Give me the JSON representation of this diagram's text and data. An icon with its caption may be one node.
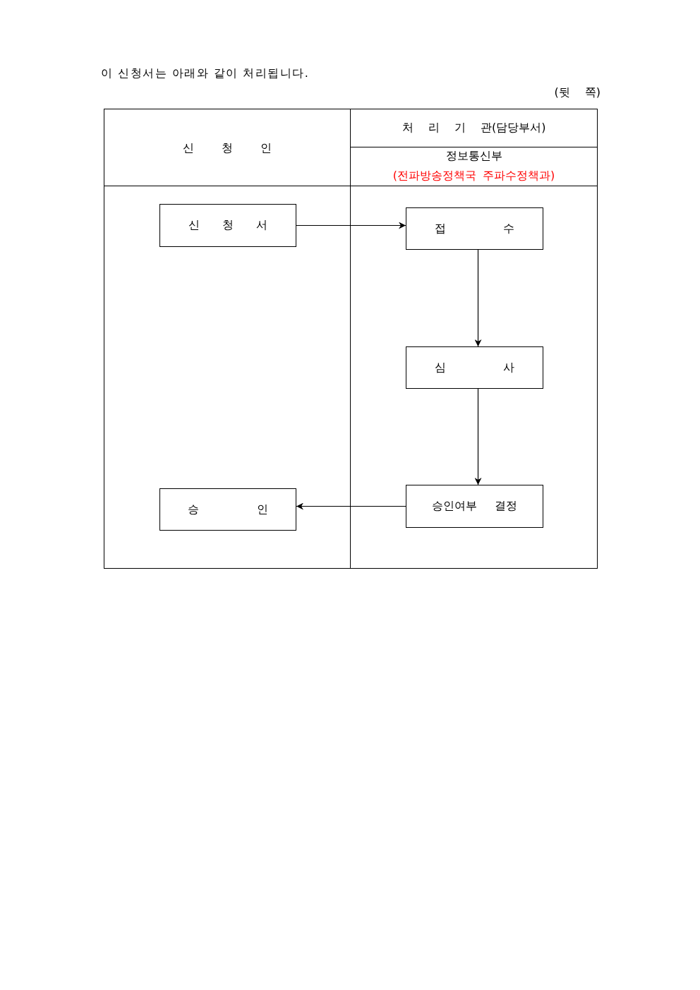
{
  "diagram": {
    "title": "이 신청서는 아래와 같이 처리됩니다.",
    "nodes": [
      {
        "text": [
          "신 청 인"
        ]
      },
      {
        "text": [
          "처 리 기 관(담당부서)",
          "정보통신부",
          "(전파방송정책국 주파수정책과)"
        ]
      },
      {
        "text": [
          "신 청 서"
        ],
        "in": 0
      },
      {
        "text": [
          "접 수"
        ],
        "in": 1
      },
      {
        "text": [
          "심 사"
        ],
        "in": 1
      },
      {
        "text": [
          "승 인"
        ],
        "in": 0
      },
      {
        "text": [
          "승인여부 결정"
        ],
        "in": 1
      }
    ],
    "edges": [
      {
        "from": 2,
        "to": 3,
        "arrow": "to"
      },
      {
        "from": 3,
        "to": 4,
        "arrow": "to"
      },
      {
        "from": 4,
        "to": 6,
        "arrow": "to"
      },
      {
        "from": 6,
        "to": 5,
        "arrow": "to"
      }
    ],
    "labels": [
      "(뒷 쪽)"
    ]
  }
}
